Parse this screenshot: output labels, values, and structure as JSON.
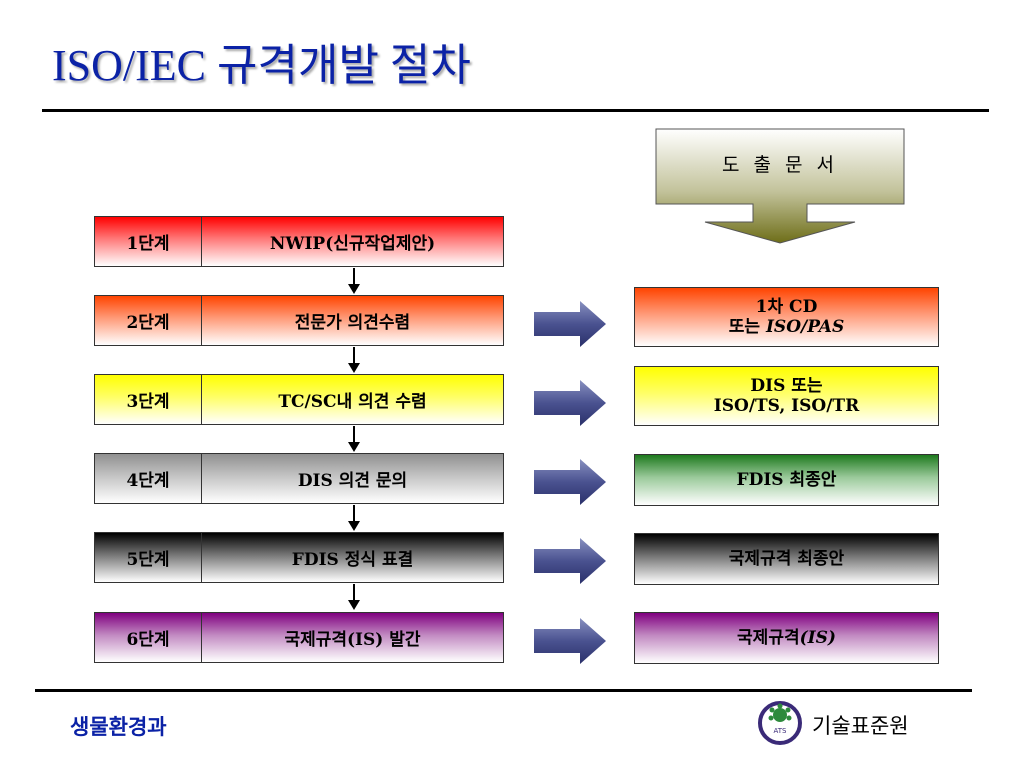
{
  "title": "ISO/IEC 규격개발 절차",
  "output_header": "도 출 문 서",
  "stages": [
    {
      "stage": "1단계",
      "name": "NWIP(신규작업제안)",
      "color": "#ff0000"
    },
    {
      "stage": "2단계",
      "name": "전문가 의견수렴",
      "color": "#ff4400"
    },
    {
      "stage": "3단계",
      "name": "TC/SC내 의견 수렴",
      "color": "#ffff00"
    },
    {
      "stage": "4단계",
      "name": "DIS 의견 문의",
      "color": "#909090"
    },
    {
      "stage": "5단계",
      "name": "FDIS 정식 표결",
      "color": "#000000"
    },
    {
      "stage": "6단계",
      "name": "국제규격(IS) 발간",
      "color": "#800080"
    }
  ],
  "outputs": [
    {
      "line1": "1차 CD",
      "line2_prefix": "또는 ",
      "line2_italic": "ISO/PAS"
    },
    {
      "line1": "DIS 또는",
      "line2": "ISO/TS, ISO/TR"
    },
    {
      "line1": "FDIS 최종안"
    },
    {
      "line1": "국제규격 최종안"
    },
    {
      "line1_prefix": "국제규격",
      "line1_italic": "(IS)"
    }
  ],
  "footer": {
    "left": "생물환경과",
    "right": "기술표준원",
    "logo_text": "ATS"
  }
}
